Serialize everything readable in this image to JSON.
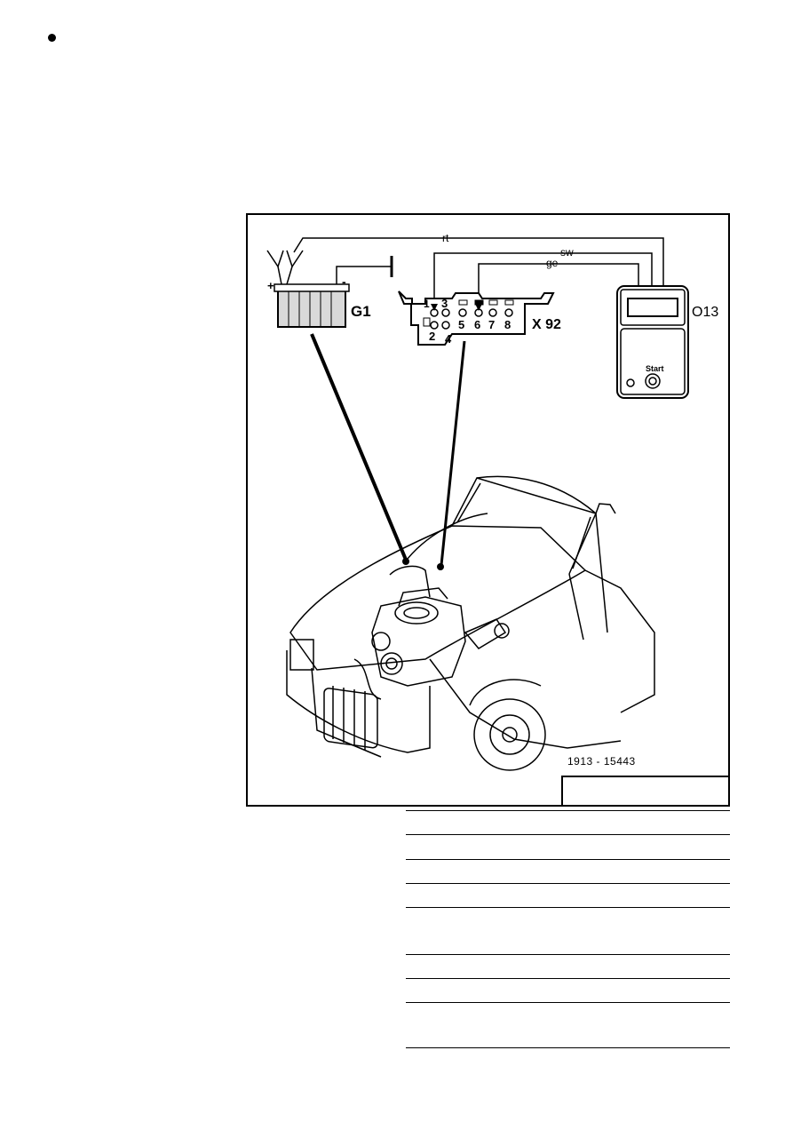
{
  "page": {
    "bullet_symbol": "•"
  },
  "figure": {
    "battery_label": "G1",
    "battery_plus": "+",
    "battery_minus": "-",
    "connector_label": "X 92",
    "connector_pins_top": [
      "1",
      "3"
    ],
    "connector_pins_bottom": [
      "2",
      "4"
    ],
    "connector_pins_right": [
      "5",
      "6",
      "7",
      "8"
    ],
    "tester_label": "O13",
    "tester_start_label": "Start",
    "wire_red": "rt",
    "wire_black": "sw",
    "wire_yellow": "ge",
    "figure_number": "1913 - 15443"
  },
  "colors": {
    "ink": "#000000",
    "paper": "#ffffff",
    "battery_fill": "#d9d9d9"
  }
}
